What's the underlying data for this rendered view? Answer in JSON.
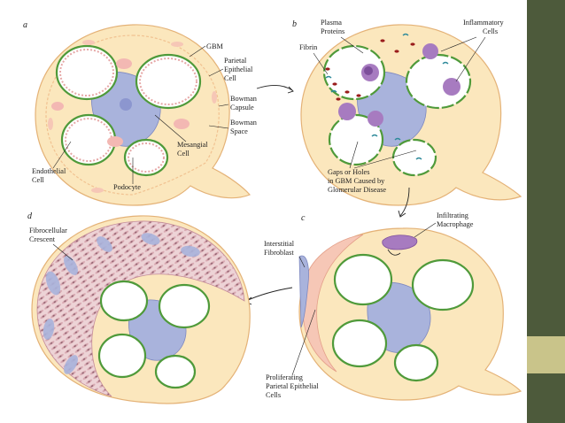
{
  "panels": {
    "a": {
      "letter": "a",
      "labels": {
        "gbm": "GBM",
        "parietal_1": "Parietal",
        "parietal_2": "Epithelial",
        "parietal_3": "Cell",
        "bowman_capsule_1": "Bowman",
        "bowman_capsule_2": "Capsule",
        "bowman_space_1": "Bowman",
        "bowman_space_2": "Space",
        "mesangial_1": "Mesangial",
        "mesangial_2": "Cell",
        "endothelial_1": "Endothelial",
        "endothelial_2": "Cell",
        "podocyte": "Podocyte"
      }
    },
    "b": {
      "letter": "b",
      "labels": {
        "plasma_1": "Plasma",
        "plasma_2": "Proteins",
        "inflammatory_1": "Inflammatory",
        "inflammatory_2": "Cells",
        "fibrin": "Fibrin",
        "gaps_1": "Gaps or Holes",
        "gaps_2": "in GBM Caused by",
        "gaps_3": "Glomerular Disease"
      }
    },
    "c": {
      "letter": "c",
      "labels": {
        "infiltrating_1": "Infiltrating",
        "infiltrating_2": "Macrophage",
        "interstitial_1": "Interstitial",
        "interstitial_2": "Fibroblast",
        "proliferating_1": "Proliferating",
        "proliferating_2": "Parietal Epithelial",
        "proliferating_3": "Cells"
      }
    },
    "d": {
      "letter": "d",
      "labels": {
        "fibro_1": "Fibrocellular",
        "fibro_2": "Crescent"
      }
    }
  },
  "colors": {
    "capsule_fill": "#fbe7bd",
    "capsule_edge": "#f2c98f",
    "parietal_cell": "#f6c7b6",
    "mesangium": "#a9b3dc",
    "podocyte": "#f3b8b3",
    "gbm": "#4f9a3a",
    "capillary": "#ffffff",
    "inflammatory": "#a77bc0",
    "plasma": "#9a1c1c",
    "fibrin": "#2e8a9a",
    "crescent": "#e9c9cf",
    "side_bar": "#4d5a3b",
    "side_accent": "#c9c48a"
  }
}
